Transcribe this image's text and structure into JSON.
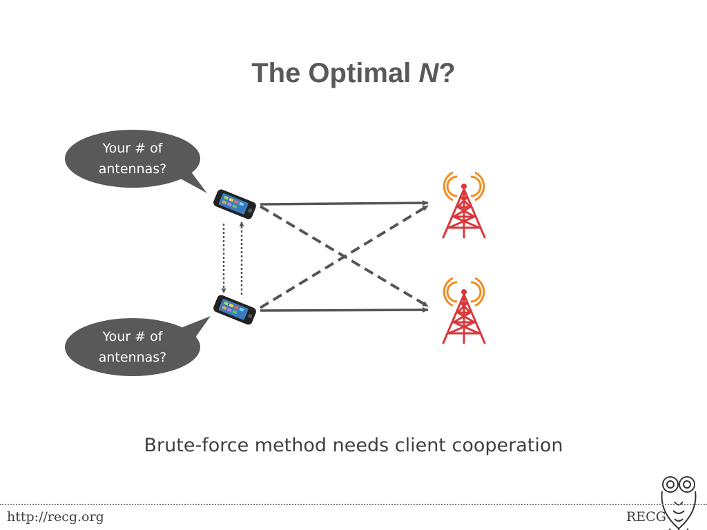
{
  "slide": {
    "title_main": "The Optimal ",
    "title_var": "N",
    "title_end": "?"
  },
  "bubbles": {
    "top": {
      "line1": "Your # of",
      "line2": "antennas?"
    },
    "bottom": {
      "line1": "Your # of",
      "line2": "antennas?"
    }
  },
  "caption": "Brute-force method needs client cooperation",
  "footer": {
    "url": "http://recg.org",
    "brand": "RECG"
  },
  "colors": {
    "bubble": "#595959",
    "arrow": "#555555",
    "tower": "#d9373a",
    "signal": "#f28c1e"
  },
  "icons": [
    "smartphone-icon",
    "cell-tower-icon",
    "owl-logo-icon"
  ]
}
